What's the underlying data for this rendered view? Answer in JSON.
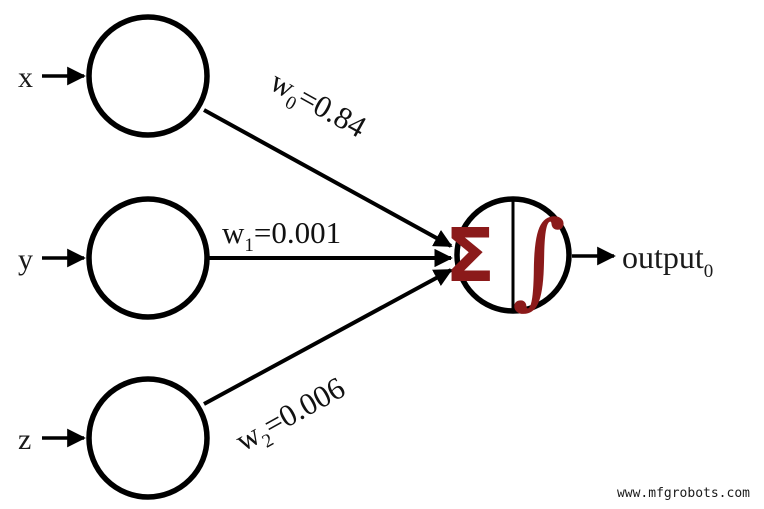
{
  "diagram": {
    "title": "artificial-neuron-perceptron",
    "background_color": "#ffffff",
    "stroke_color": "#000000",
    "accent_color": "#8B1A1A"
  },
  "inputs": [
    {
      "label": "x",
      "name": "input-x"
    },
    {
      "label": "y",
      "name": "input-y"
    },
    {
      "label": "z",
      "name": "input-z"
    }
  ],
  "weights": [
    {
      "symbol": "w",
      "subscript": "0",
      "equals": "=",
      "value": "0.84",
      "full": "w0=0.84"
    },
    {
      "symbol": "w",
      "subscript": "1",
      "equals": "=",
      "value": "0.001",
      "full": "w1=0.001"
    },
    {
      "symbol": "w",
      "subscript": "2",
      "equals": "=",
      "value": "0.006",
      "full": "w2=0.006"
    }
  ],
  "neuron": {
    "sum_symbol": "Σ",
    "integral_symbol": "∫",
    "symbol_color": "#8B1A1A"
  },
  "output": {
    "label": "output",
    "subscript": "0"
  },
  "watermark": {
    "text": "www.mfgrobots.com"
  }
}
